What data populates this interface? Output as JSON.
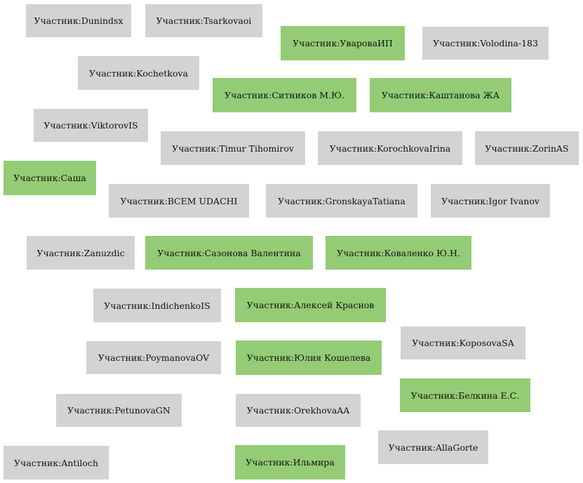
{
  "colors": {
    "default": "#d3d3d3",
    "highlighted": "#93cc75"
  },
  "nodes": [
    {
      "label": "Участник:Dunindsх",
      "state": "default"
    },
    {
      "label": "Участник:Tsarkovaoi",
      "state": "default"
    },
    {
      "label": "Участник:УвароваИП",
      "state": "highlighted"
    },
    {
      "label": "Участник:Volodina-183",
      "state": "default"
    },
    {
      "label": "Участник:Kochetkova",
      "state": "default"
    },
    {
      "label": "Участник:Ситников М.Ю.",
      "state": "highlighted"
    },
    {
      "label": "Участник:Каштанова ЖА",
      "state": "highlighted"
    },
    {
      "label": "Участник:ViktorovIS",
      "state": "default"
    },
    {
      "label": "Участник:Timur Tihomirov",
      "state": "default"
    },
    {
      "label": "Участник:KorochkovaIrina",
      "state": "default"
    },
    {
      "label": "Участник:ZorinAS",
      "state": "default"
    },
    {
      "label": "Участник:Саша",
      "state": "highlighted"
    },
    {
      "label": "Участник:ВСЕМ UDACHI",
      "state": "default"
    },
    {
      "label": "Участник:GronskayaTatiana",
      "state": "default"
    },
    {
      "label": "Участник:Igor Ivanov",
      "state": "default"
    },
    {
      "label": "Участник:Zanuzdic",
      "state": "default"
    },
    {
      "label": "Участник:Сазонова Валентина",
      "state": "highlighted"
    },
    {
      "label": "Участник:Коваленко Ю.Н.",
      "state": "highlighted"
    },
    {
      "label": "Участник:IndichenkoIS",
      "state": "default"
    },
    {
      "label": "Участник:Алексей Краснов",
      "state": "highlighted"
    },
    {
      "label": "Участник:KoposovaSA",
      "state": "default"
    },
    {
      "label": "Участник:PoymanovaOV",
      "state": "default"
    },
    {
      "label": "Участник:Юлия Кошелева",
      "state": "highlighted"
    },
    {
      "label": "Участник:Белкина Е.С.",
      "state": "highlighted"
    },
    {
      "label": "Участник:PetunovaGN",
      "state": "default"
    },
    {
      "label": "Участник:OrekhovaAA",
      "state": "default"
    },
    {
      "label": "Участник:AllaGorte",
      "state": "default"
    },
    {
      "label": "Участник:Antiloch",
      "state": "default"
    },
    {
      "label": "Участник:Ильмира",
      "state": "highlighted"
    }
  ]
}
